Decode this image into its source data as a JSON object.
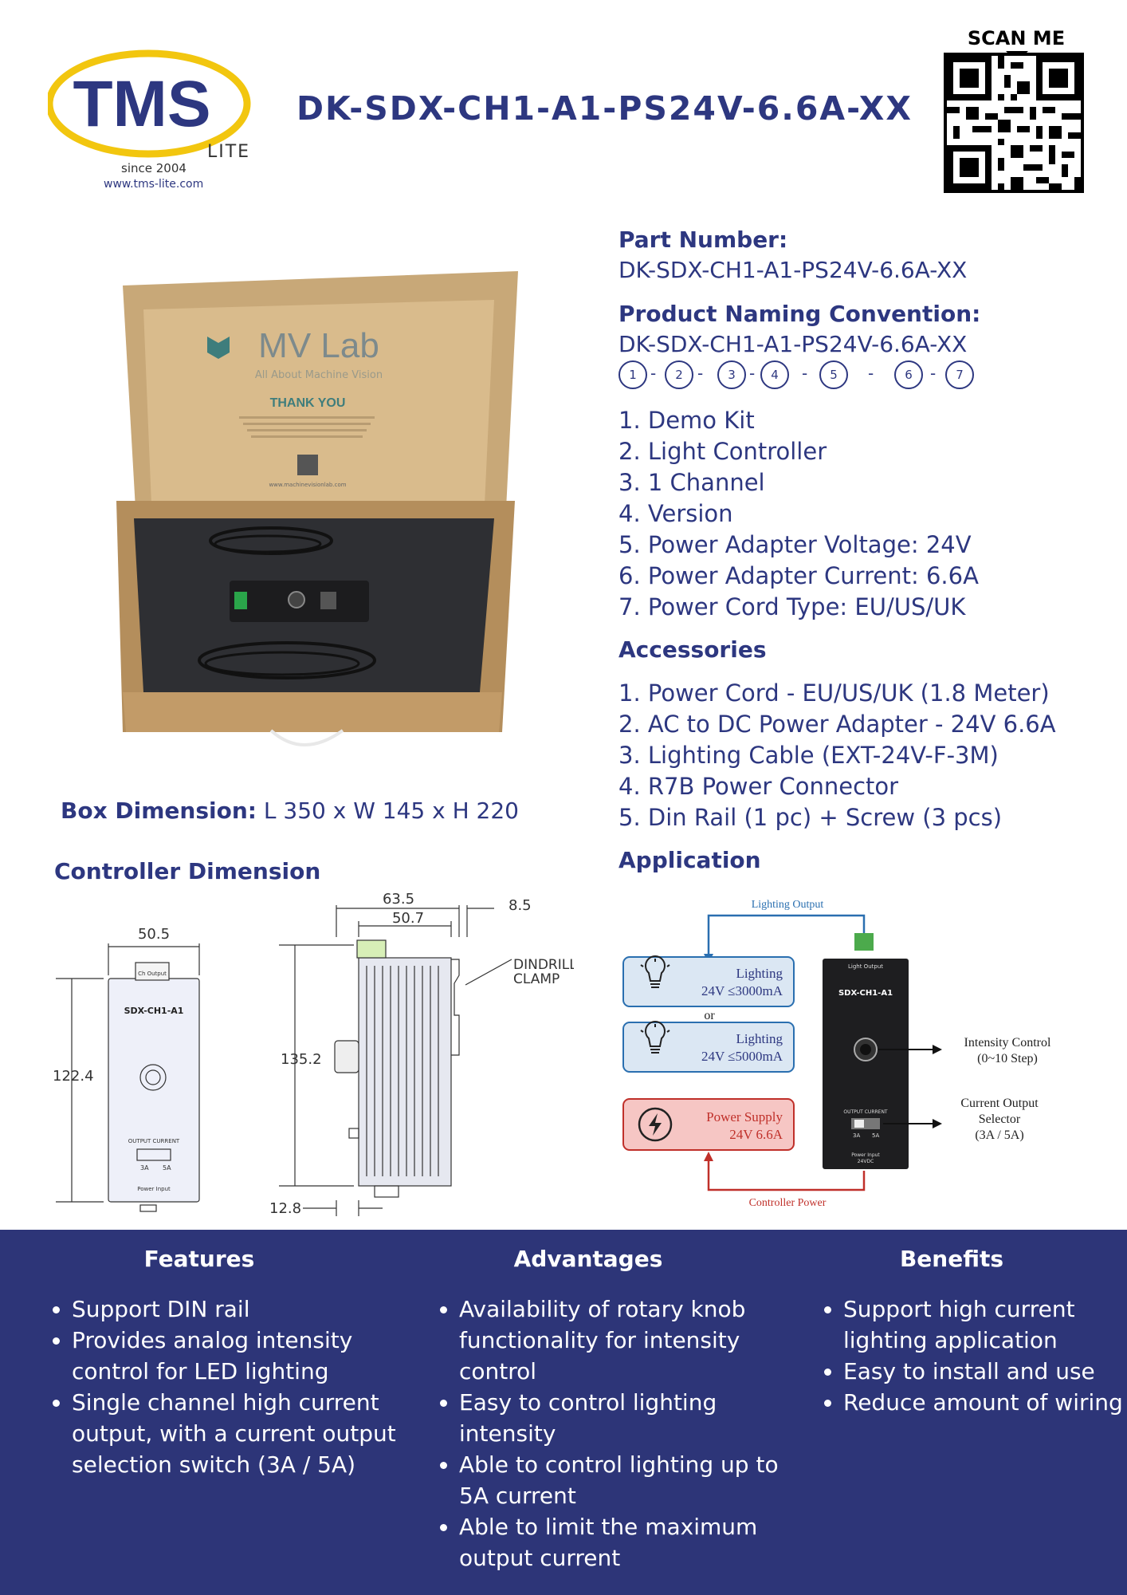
{
  "header": {
    "logo_text": "TMS",
    "logo_sub": "LITE",
    "logo_since": "since 2004",
    "logo_url": "www.tms-lite.com",
    "product_title": "DK-SDX-CH1-A1-PS24V-6.6A-XX",
    "scan_label": "SCAN ME"
  },
  "photo": {
    "brand": "MV Lab",
    "tagline": "All About Machine Vision",
    "thank_you": "THANK YOU",
    "website": "www.machinevisionlab.com"
  },
  "box_dimension": {
    "label": "Box Dimension:",
    "value": "L 350 x W 145 x H 220"
  },
  "controller_dimension": {
    "heading": "Controller Dimension",
    "front_width": "50.5",
    "front_height": "122.4",
    "front_model": "SDX-CH1-A1",
    "front_output": "Ch Output",
    "front_current": "OUTPUT CURRENT",
    "front_3a": "3A",
    "front_5a": "5A",
    "front_power": "Power Input",
    "side_total": "63.5",
    "side_inner": "50.7",
    "side_clip": "8.5",
    "side_height": "135.2",
    "side_base": "12.8",
    "clamp_label_1": "DINDRILL",
    "clamp_label_2": "CLAMP"
  },
  "part_number": {
    "heading": "Part Number:",
    "value": "DK-SDX-CH1-A1-PS24V-6.6A-XX"
  },
  "naming": {
    "heading": "Product Naming Convention:",
    "value": "DK-SDX-CH1-A1-PS24V-6.6A-XX",
    "indices": [
      "1",
      "2",
      "3",
      "4",
      "5",
      "6",
      "7"
    ],
    "items": [
      "1.  Demo Kit",
      "2. Light Controller",
      "3. 1 Channel",
      "4. Version",
      "5. Power Adapter Voltage: 24V",
      "6. Power Adapter Current: 6.6A",
      "7. Power Cord Type: EU/US/UK"
    ]
  },
  "accessories": {
    "heading": "Accessories",
    "items": [
      "1. Power Cord - EU/US/UK (1.8 Meter)",
      "2. AC to DC Power Adapter - 24V 6.6A",
      "3. Lighting Cable (EXT-24V-F-3M)",
      "4. R7B Power Connector",
      "5. Din Rail (1 pc) + Screw (3 pcs)"
    ]
  },
  "application": {
    "heading": "Application",
    "lighting_output": "Lighting Output",
    "lighting_1_title": "Lighting",
    "lighting_1_spec": "24V ≤3000mA",
    "or": "or",
    "lighting_2_title": "Lighting",
    "lighting_2_spec": "24V ≤5000mA",
    "power_title": "Power Supply",
    "power_spec": "24V 6.6A",
    "controller_power": "Controller Power",
    "device_model": "SDX-CH1-A1",
    "device_light_output": "Light Output",
    "device_output_current": "OUTPUT CURRENT",
    "device_3a": "3A",
    "device_5a": "5A",
    "device_power_input": "Power Input",
    "device_24vdc": "24VDC",
    "intensity_1": "Intensity Control",
    "intensity_2": "(0~10 Step)",
    "selector_1": "Current Output",
    "selector_2": "Selector",
    "selector_3": "(3A / 5A)"
  },
  "bottom": {
    "features_heading": "Features",
    "features": [
      "Support DIN rail",
      "Provides analog intensity control for LED lighting",
      "Single channel high current output, with a current output selection switch (3A / 5A)"
    ],
    "advantages_heading": "Advantages",
    "advantages": [
      "Availability of rotary knob functionality for intensity control",
      "Easy to control lighting intensity",
      "Able to control lighting up to 5A current",
      "Able to limit the maximum output current"
    ],
    "benefits_heading": "Benefits",
    "benefits": [
      "Support high current lighting application",
      "Easy to install and use",
      "Reduce amount of wiring"
    ]
  },
  "colors": {
    "navy": "#2d3780",
    "panel": "#2d3578",
    "logo_yellow": "#f2c60f",
    "light_box_fill": "#dbe7f3",
    "power_box_fill": "#f6c6c4",
    "power_text": "#c0302a"
  }
}
